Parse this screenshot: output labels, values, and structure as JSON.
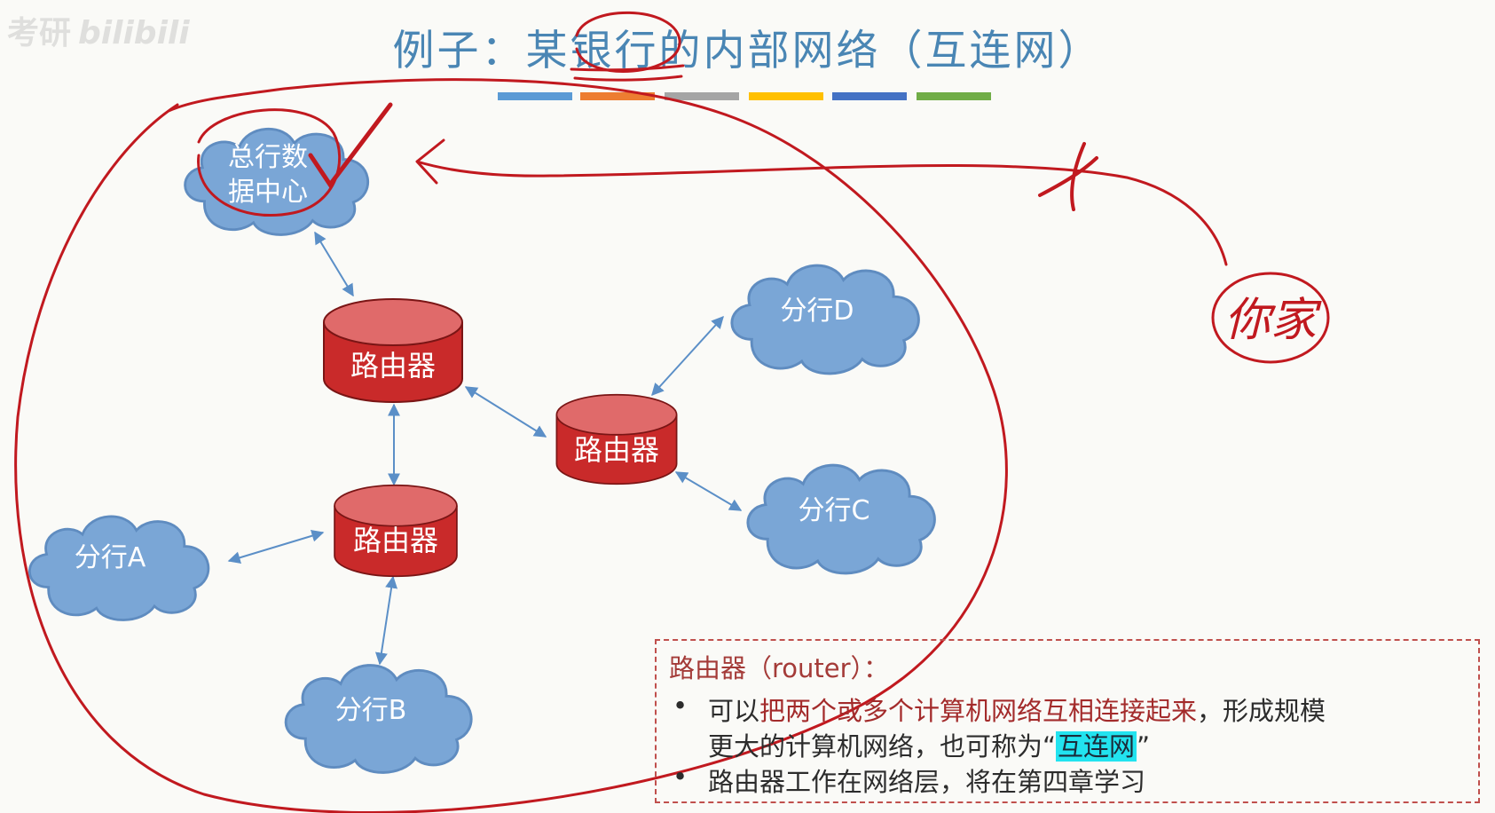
{
  "watermark": {
    "text1": "考研",
    "text2": "bilibili"
  },
  "title": "例子：某银行的内部网络（互连网）",
  "colors": {
    "title": "#4a86b4",
    "cloud_fill": "#7aa6d6",
    "cloud_stroke": "#5f8cc0",
    "router_fill": "#c92a2a",
    "router_top": "#e06a6a",
    "link": "#5b8fc7",
    "annotation": "#c1191f",
    "colorbar": [
      "#5b9bd5",
      "#ed7d31",
      "#a5a5a5",
      "#ffc000",
      "#4472c4",
      "#70ad47"
    ]
  },
  "nodes": {
    "hq": {
      "line1": "总行数",
      "line2": "据中心"
    },
    "branch_a": "分行A",
    "branch_b": "分行B",
    "branch_c": "分行C",
    "branch_d": "分行D",
    "router_label": "路由器"
  },
  "annotations": {
    "home_label": "你家"
  },
  "note": {
    "title": "路由器（router）：",
    "bullet1_pre": "可以",
    "bullet1_hl": "把两个或多个计算机网络互相连接起来",
    "bullet1_post": "，形成规模",
    "bullet1_line2_pre": "更大的计算机网络，也可称为“",
    "bullet1_line2_hl": "互连网",
    "bullet1_line2_post": "”",
    "bullet2": "路由器工作在网络层，将在第四章学习",
    "bullet_symbol": "•"
  }
}
